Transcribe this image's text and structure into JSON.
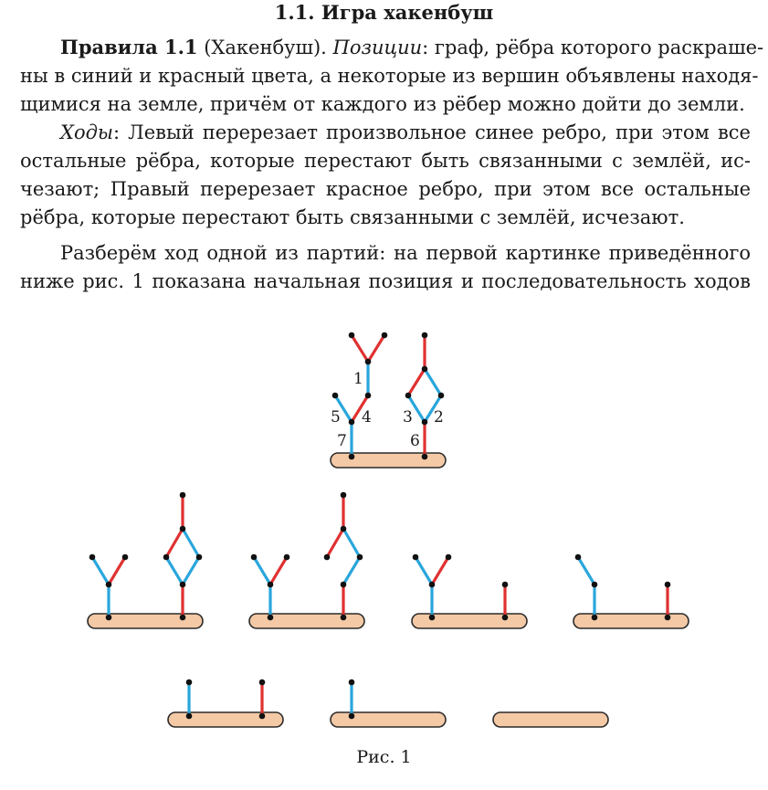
{
  "heading": "1.1. Игра хакенбуш",
  "rule": {
    "line1": {
      "label": "Правила 1.1",
      "paren": " (Хакенбуш). ",
      "term": "Позиции",
      "rest": ": граф, рёбра которого раскраше-"
    },
    "line2": "ны в синий и красный цвета, а некоторые из вершин объявлены находя-",
    "line3": "щимися на земле, причём от каждого из рёбер можно дойти до земли.",
    "line4": {
      "term": "Ходы",
      "rest": ": Левый перерезает произвольное синее ребро, при этом все"
    },
    "line5": "остальные рёбра, которые перестают быть связанными с землёй, ис-",
    "line6": "чезают; Правый перерезает красное ребро, при этом все остальные",
    "line7": "рёбра, которые перестают быть связанными с землёй, исчезают."
  },
  "paragraph2": {
    "line1": "Разберём ход одной из партий: на первой картинке приведённого",
    "line2": "ниже рис. 1 показана начальная позиция и последовательность ходов"
  },
  "figure": {
    "edge_labels": [
      "1",
      "5",
      "4",
      "3",
      "2",
      "7",
      "6"
    ],
    "colors": {
      "blue": "#29a6dc",
      "red": "#e03131",
      "ground_fill": "#f4c9a6",
      "ground_stroke": "#2a2a2a",
      "vertex": "#111111"
    },
    "caption": "Рис. 1"
  }
}
